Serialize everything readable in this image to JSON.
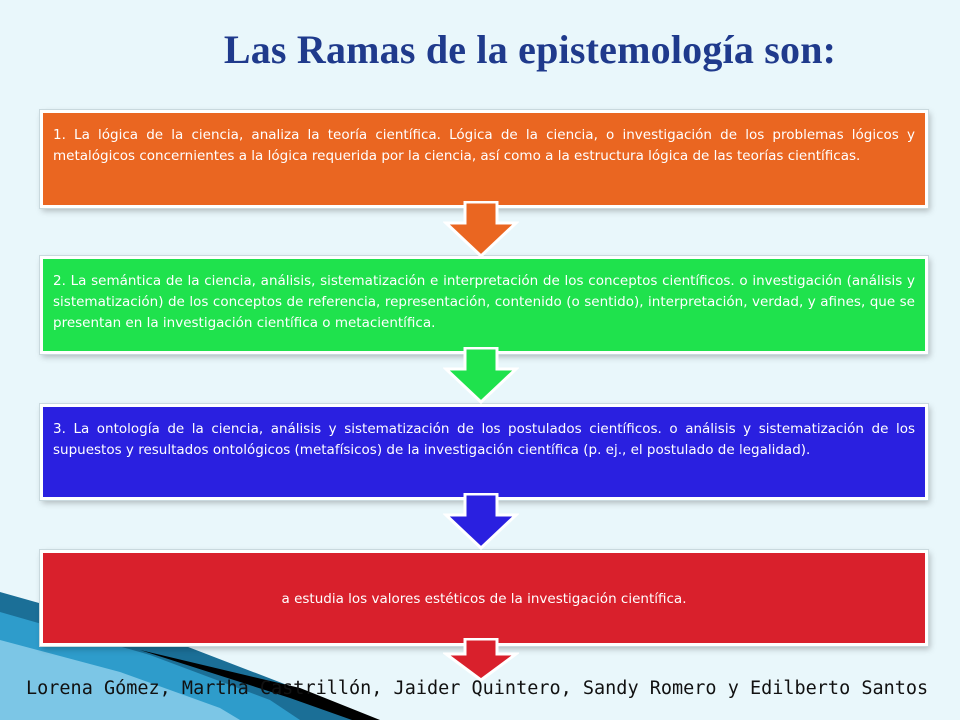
{
  "title": "Las Ramas de la epistemología son:",
  "branches": [
    {
      "text": "1. La lógica de la ciencia, analiza la teoría científica. Lógica de la ciencia, o investigación de los problemas lógicos y metalógicos concernientes a la lógica requerida por la ciencia, así como a la estructura lógica de las teorías científicas.",
      "color": "#ea6621"
    },
    {
      "text": "2. La semántica de la ciencia, análisis, sistematización e interpretación de los conceptos científicos. o investigación (análisis y sistematización) de los conceptos de referencia, representación, contenido (o sentido), interpretación, verdad, y afines, que se presentan en la investigación científica o metacientífica.",
      "color": "#1fe24d"
    },
    {
      "text": "3. La ontología de la ciencia, análisis y sistematización de los postulados científicos. o análisis y sistematización de los supuestos y resultados ontológicos (metafísicos) de la investigación científica (p. ej., el postulado de legalidad).",
      "color": "#2a20e0"
    },
    {
      "text": "a estudia los valores estéticos de la investigación científica.",
      "color": "#d9202c"
    }
  ],
  "footer": "Lorena Gómez, Martha Castrillón, Jaider Quintero, Sandy Romero y Edilberto Santos"
}
